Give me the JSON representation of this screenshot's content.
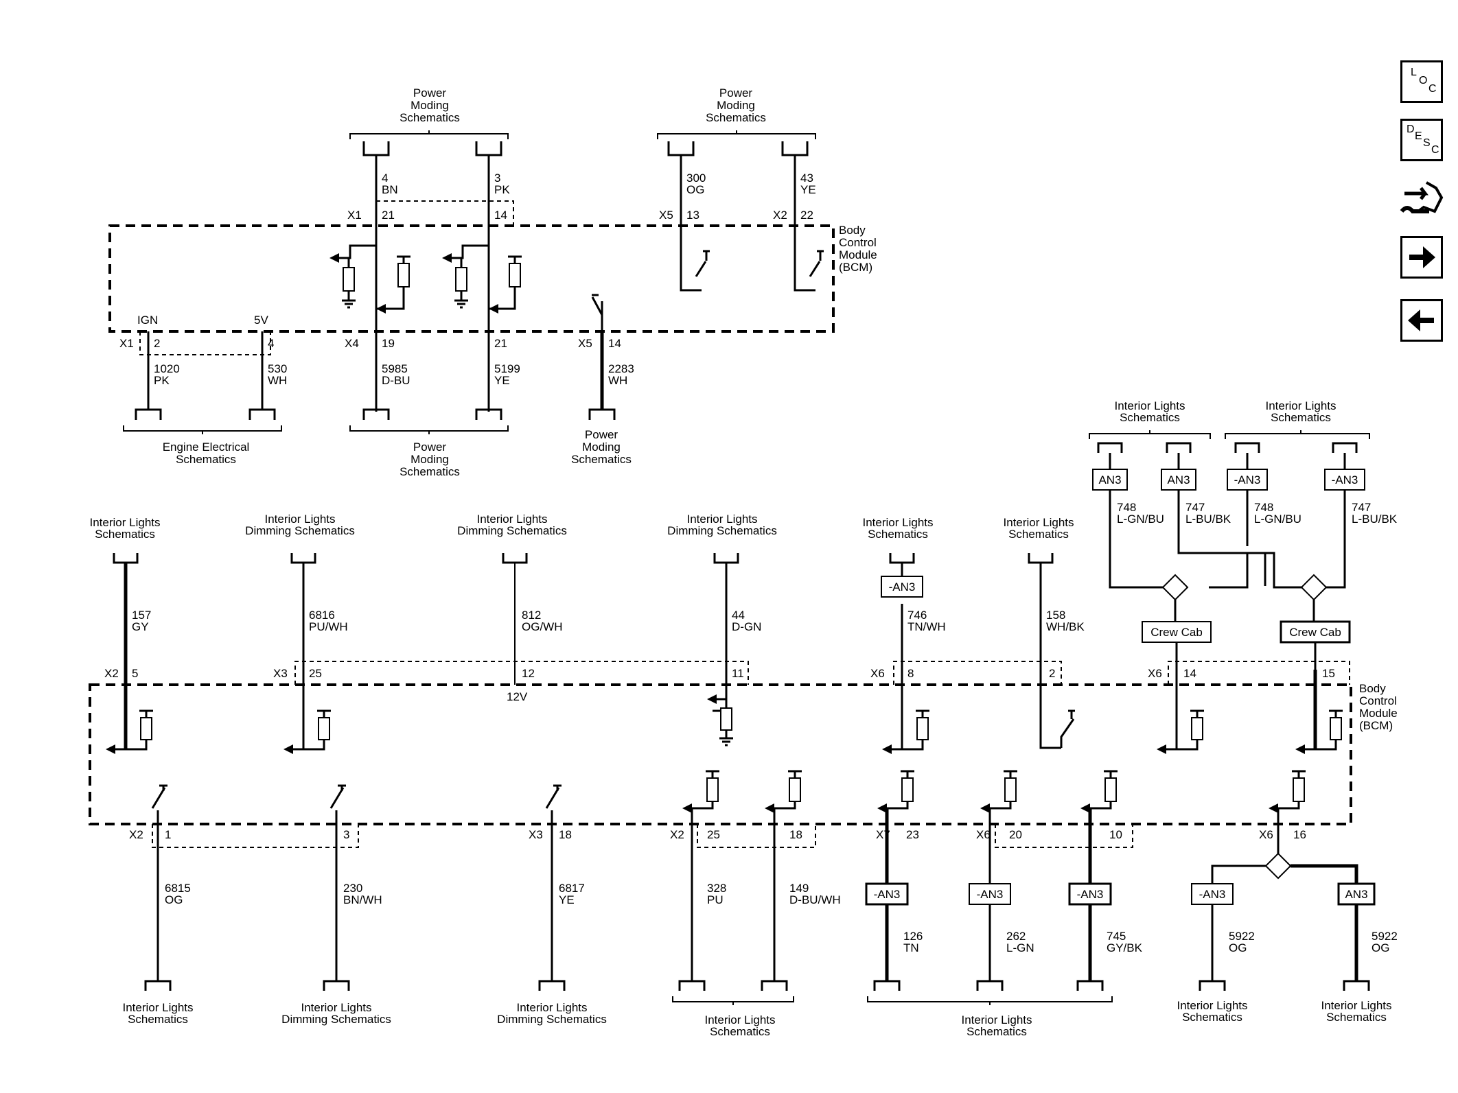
{
  "labels": {
    "pm_top_left": [
      "Power",
      "Moding",
      "Schematics"
    ],
    "pm_top_right": [
      "Power",
      "Moding",
      "Schematics"
    ],
    "bcm_top": [
      "Body",
      "Control",
      "Module",
      "(BCM)"
    ],
    "bcm_bottom": [
      "Body",
      "Control",
      "Module",
      "(BCM)"
    ],
    "engine_elec": [
      "Engine Electrical",
      "Schematics"
    ],
    "pm_bottom_a": [
      "Power",
      "Moding",
      "Schematics"
    ],
    "pm_bottom_b": [
      "Power",
      "Moding",
      "Schematics"
    ],
    "ign": "IGN",
    "fivev": "5V",
    "twelvev": "12V",
    "il_group1": [
      "Interior Lights",
      "Schematics"
    ],
    "il_group2": [
      "Interior Lights",
      "Schematics"
    ],
    "top_mid": [
      [
        "Interior Lights",
        "Schematics"
      ],
      [
        "Interior Lights",
        "Dimming Schematics"
      ],
      [
        "Interior Lights",
        "Dimming Schematics"
      ],
      [
        "Interior Lights",
        "Dimming Schematics"
      ],
      [
        "Interior Lights",
        "Schematics"
      ],
      [
        "Interior Lights",
        "Schematics"
      ]
    ],
    "bottom": [
      [
        "Interior Lights",
        "Schematics"
      ],
      [
        "Interior Lights",
        "Dimming Schematics"
      ],
      [
        "Interior Lights",
        "Dimming Schematics"
      ],
      [
        "Interior Lights",
        "Schematics"
      ],
      [
        "Interior Lights",
        "Schematics"
      ],
      [
        "Interior Lights",
        "Schematics"
      ],
      [
        "Interior Lights",
        "Schematics"
      ]
    ]
  },
  "connectors": {
    "top_upper": [
      {
        "conn": "X1",
        "pin": "21",
        "circuit": "4",
        "color": "BN"
      },
      {
        "conn": "",
        "pin": "14",
        "circuit": "3",
        "color": "PK"
      },
      {
        "conn": "X5",
        "pin": "13",
        "circuit": "300",
        "color": "OG"
      },
      {
        "conn": "X2",
        "pin": "22",
        "circuit": "43",
        "color": "YE"
      }
    ],
    "top_lower": [
      {
        "conn": "X1",
        "pin": "2",
        "circuit": "1020",
        "color": "PK"
      },
      {
        "conn": "",
        "pin": "4",
        "circuit": "530",
        "color": "WH"
      },
      {
        "conn": "X4",
        "pin": "19",
        "circuit": "5985",
        "color": "D-BU"
      },
      {
        "conn": "",
        "pin": "21",
        "circuit": "5199",
        "color": "YE"
      },
      {
        "conn": "X5",
        "pin": "14",
        "circuit": "2283",
        "color": "WH"
      }
    ],
    "mid_upper": [
      {
        "conn": "X2",
        "pin": "5",
        "circuit": "157",
        "color": "GY"
      },
      {
        "conn": "X3",
        "pin": "25",
        "circuit": "6816",
        "color": "PU/WH"
      },
      {
        "conn": "",
        "pin": "12",
        "circuit": "812",
        "color": "OG/WH"
      },
      {
        "conn": "",
        "pin": "11",
        "circuit": "44",
        "color": "D-GN"
      },
      {
        "conn": "X6",
        "pin": "8",
        "circuit": "746",
        "color": "TN/WH"
      },
      {
        "conn": "",
        "pin": "2",
        "circuit": "158",
        "color": "WH/BK"
      },
      {
        "conn": "X6",
        "pin": "14",
        "circuit": "",
        "color": ""
      },
      {
        "conn": "",
        "pin": "15",
        "circuit": "",
        "color": ""
      }
    ],
    "right_upper": [
      {
        "circuit": "748",
        "color": "L-GN/BU",
        "tag": "AN3"
      },
      {
        "circuit": "747",
        "color": "L-BU/BK",
        "tag": "AN3"
      },
      {
        "circuit": "748",
        "color": "L-GN/BU",
        "tag": "-AN3"
      },
      {
        "circuit": "747",
        "color": "L-BU/BK",
        "tag": "-AN3"
      }
    ],
    "mid_lower": [
      {
        "conn": "X2",
        "pin": "1",
        "circuit": "6815",
        "color": "OG"
      },
      {
        "conn": "",
        "pin": "3",
        "circuit": "230",
        "color": "BN/WH"
      },
      {
        "conn": "X3",
        "pin": "18",
        "circuit": "6817",
        "color": "YE"
      },
      {
        "conn": "X2",
        "pin": "25",
        "circuit": "328",
        "color": "PU"
      },
      {
        "conn": "",
        "pin": "18",
        "circuit": "149",
        "color": "D-BU/WH"
      },
      {
        "conn": "X7",
        "pin": "23",
        "circuit": "126",
        "color": "TN"
      },
      {
        "conn": "X6",
        "pin": "20",
        "circuit": "262",
        "color": "L-GN"
      },
      {
        "conn": "",
        "pin": "10",
        "circuit": "745",
        "color": "GY/BK"
      },
      {
        "conn": "X6",
        "pin": "16",
        "circuit": "5922",
        "color": "OG"
      },
      {
        "conn": "",
        "pin": "",
        "circuit": "5922",
        "color": "OG"
      }
    ]
  },
  "tags": {
    "an3_746": "-AN3",
    "crew_cab_1": "Crew Cab",
    "crew_cab_2": "Crew Cab",
    "bottom_an3": [
      "-AN3",
      "-AN3",
      "-AN3",
      "-AN3",
      "AN3"
    ]
  },
  "nav": {
    "loc": [
      "L",
      "O",
      "C"
    ],
    "desc": [
      "D",
      "E",
      "S",
      "C"
    ],
    "icons": [
      "connector-end-view-icon",
      "next-page-arrow-icon",
      "previous-page-arrow-icon"
    ]
  }
}
